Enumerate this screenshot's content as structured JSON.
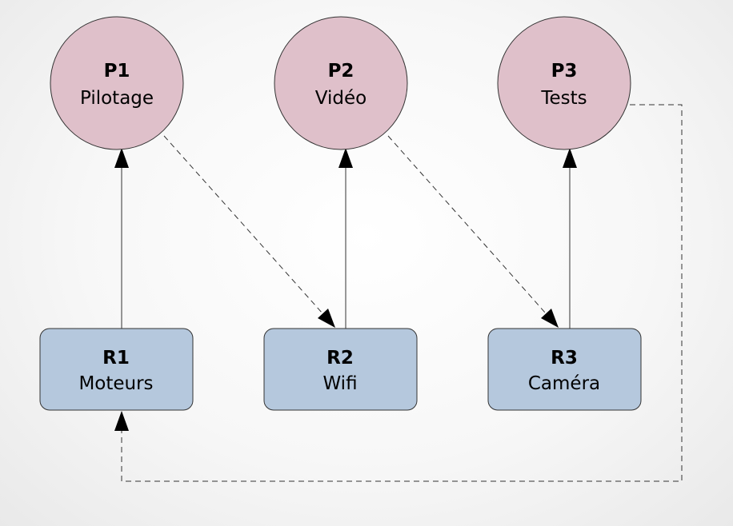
{
  "processes": [
    {
      "id": "P1",
      "name": "Pilotage"
    },
    {
      "id": "P2",
      "name": "Vidéo"
    },
    {
      "id": "P3",
      "name": "Tests"
    }
  ],
  "resources": [
    {
      "id": "R1",
      "name": "Moteurs"
    },
    {
      "id": "R2",
      "name": "Wifi"
    },
    {
      "id": "R3",
      "name": "Caméra"
    }
  ],
  "edges": [
    {
      "from": "R1",
      "to": "P1",
      "style": "solid",
      "meaning": "assigned"
    },
    {
      "from": "R2",
      "to": "P2",
      "style": "solid",
      "meaning": "assigned"
    },
    {
      "from": "R3",
      "to": "P3",
      "style": "solid",
      "meaning": "assigned"
    },
    {
      "from": "P1",
      "to": "R2",
      "style": "dashed",
      "meaning": "requested"
    },
    {
      "from": "P2",
      "to": "R3",
      "style": "dashed",
      "meaning": "requested"
    },
    {
      "from": "P3",
      "to": "R1",
      "style": "dashed",
      "meaning": "requested"
    }
  ],
  "colors": {
    "process_fill": "#dfc0ca",
    "resource_fill": "#b5c8dd",
    "stroke": "#333333"
  }
}
